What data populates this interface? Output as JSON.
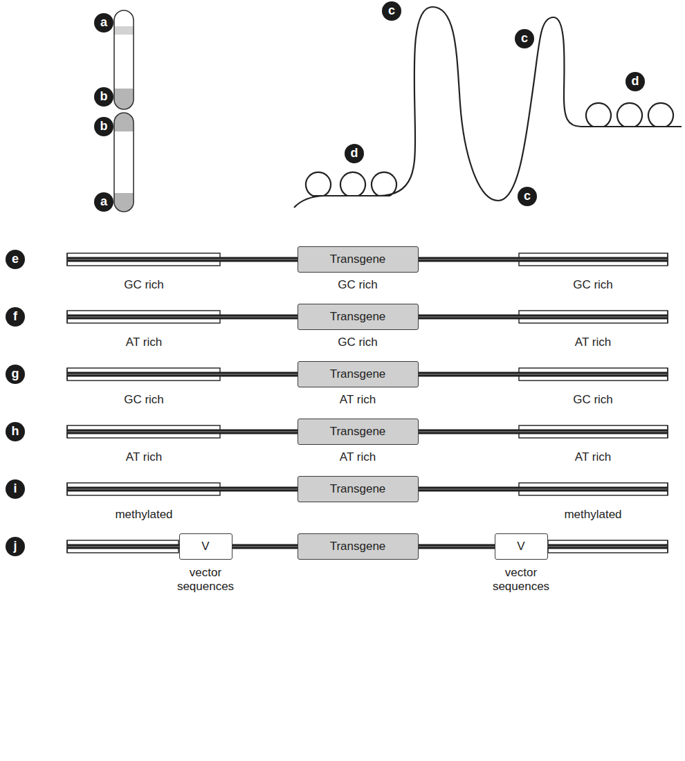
{
  "diagram": {
    "nodes": [
      {
        "text": [
          "Transgene"
        ]
      },
      {
        "text": [
          "Transgene"
        ]
      },
      {
        "text": [
          "Transgene"
        ]
      },
      {
        "text": [
          "Transgene"
        ]
      },
      {
        "text": [
          "Transgene"
        ]
      },
      {
        "text": [
          "V"
        ]
      },
      {
        "text": [
          "Transgene"
        ]
      },
      {
        "text": [
          "V"
        ]
      }
    ],
    "labels": [
      "a",
      "b",
      "b",
      "a",
      "c",
      "c",
      "c",
      "d",
      "d",
      "e",
      "GC rich",
      "GC rich",
      "GC rich",
      "f",
      "AT rich",
      "GC rich",
      "AT rich",
      "g",
      "GC rich",
      "AT rich",
      "GC rich",
      "h",
      "AT rich",
      "AT rich",
      "AT rich",
      "i",
      "methylated",
      "methylated",
      "j",
      "vector sequences",
      "vector sequences"
    ]
  }
}
